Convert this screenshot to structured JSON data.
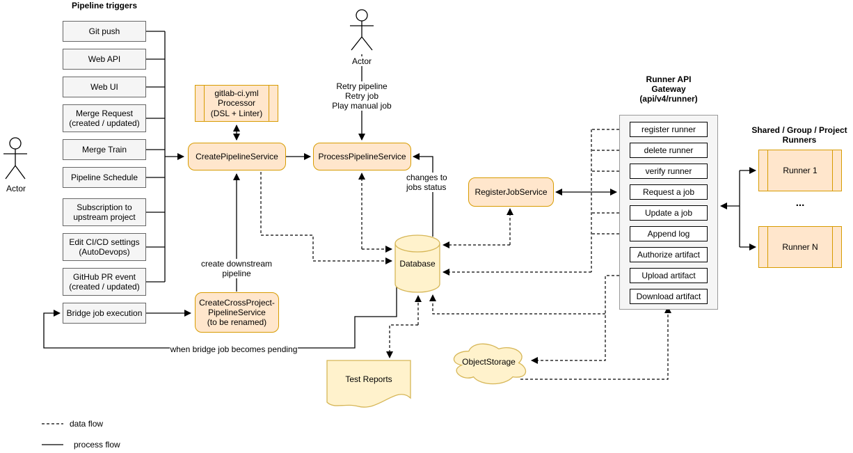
{
  "diagram": {
    "triggers": {
      "title": "Pipeline triggers",
      "items": [
        "Git push",
        "Web API",
        "Web UI",
        "Merge Request\n(created / updated)",
        "Merge Train",
        "Pipeline Schedule",
        "Subscription to\nupstream project",
        "Edit CI/CD settings\n(AutoDevops)",
        "GitHub PR event\n(created / updated)"
      ],
      "bridge": "Bridge job execution"
    },
    "actors": {
      "left_label": "Actor",
      "top_label": "Actor",
      "top_actions": "Retry pipeline\nRetry job\nPlay manual job"
    },
    "nodes": {
      "processor": "gitlab-ci.yml\nProcessor\n(DSL + Linter)",
      "create_pipeline": "CreatePipelineService",
      "process_pipeline": "ProcessPipelineService",
      "register_job": "RegisterJobService",
      "create_cross_project": "CreateCrossProject-\nPipelineService\n(to be renamed)",
      "database": "Database",
      "object_storage": "ObjectStorage",
      "test_reports": "Test Reports"
    },
    "gateway": {
      "title": "Runner API\nGateway\n(api/v4/runner)",
      "endpoints": [
        "register runner",
        "delete runner",
        "verify runner",
        "Request a job",
        "Update a job",
        "Append log",
        "Authorize artifact",
        "Upload artifact",
        "Download artifact"
      ]
    },
    "runners": {
      "title": "Shared / Group / Project\nRunners",
      "items": [
        "Runner 1",
        "Runner N"
      ],
      "ellipsis": "..."
    },
    "edge_labels": {
      "create_downstream": "create downstream\npipeline",
      "when_bridge_pending": "when bridge job becomes pending",
      "changes_to_jobs": "changes to\njobs status"
    },
    "legend": {
      "data_flow": "data flow",
      "process_flow": "process flow"
    },
    "colors": {
      "service_fill": "#FFE6CC",
      "service_stroke": "#D79B00",
      "store_fill": "#FFF2CC",
      "store_stroke": "#D6B656",
      "trigger_fill": "#F5F5F5",
      "trigger_stroke": "#666666"
    }
  }
}
